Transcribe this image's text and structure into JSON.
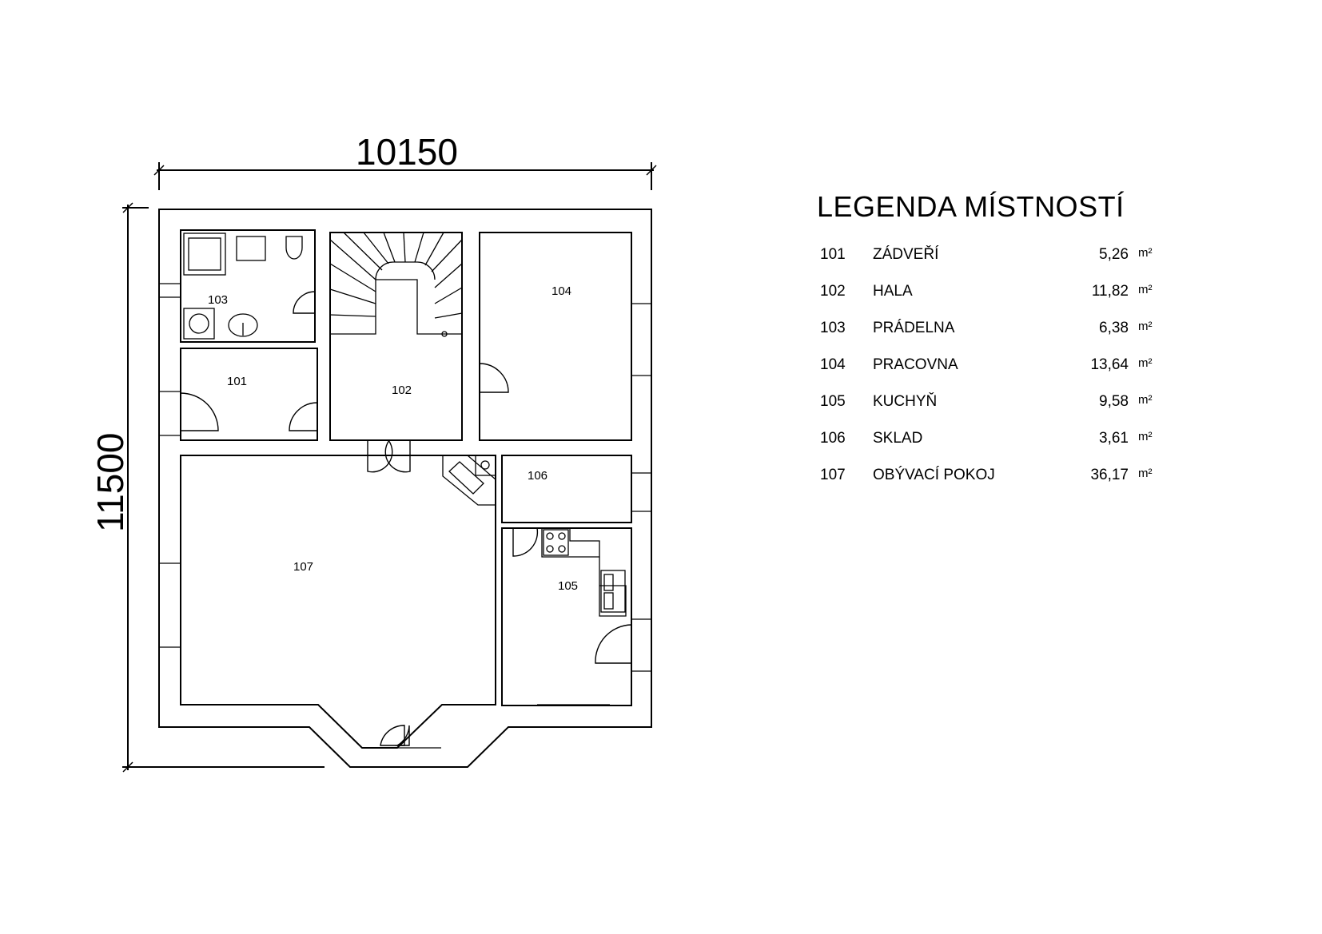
{
  "dimensions": {
    "width_label": "10150",
    "height_label": "11500"
  },
  "rooms_on_plan": {
    "r101": "101",
    "r102": "102",
    "r103": "103",
    "r104": "104",
    "r105": "105",
    "r106": "106",
    "r107": "107"
  },
  "legend": {
    "title": "LEGENDA MÍSTNOSTÍ",
    "rows": [
      {
        "number": "101",
        "name": "ZÁDVEŘÍ",
        "area": "5,26",
        "unit": "m²"
      },
      {
        "number": "102",
        "name": "HALA",
        "area": "11,82",
        "unit": "m²"
      },
      {
        "number": "103",
        "name": "PRÁDELNA",
        "area": "6,38",
        "unit": "m²"
      },
      {
        "number": "104",
        "name": "PRACOVNA",
        "area": "13,64",
        "unit": "m²"
      },
      {
        "number": "105",
        "name": "KUCHYŇ",
        "area": "9,58",
        "unit": "m²"
      },
      {
        "number": "106",
        "name": "SKLAD",
        "area": "3,61",
        "unit": "m²"
      },
      {
        "number": "107",
        "name": "OBÝVACÍ POKOJ",
        "area": "36,17",
        "unit": "m²"
      }
    ]
  }
}
